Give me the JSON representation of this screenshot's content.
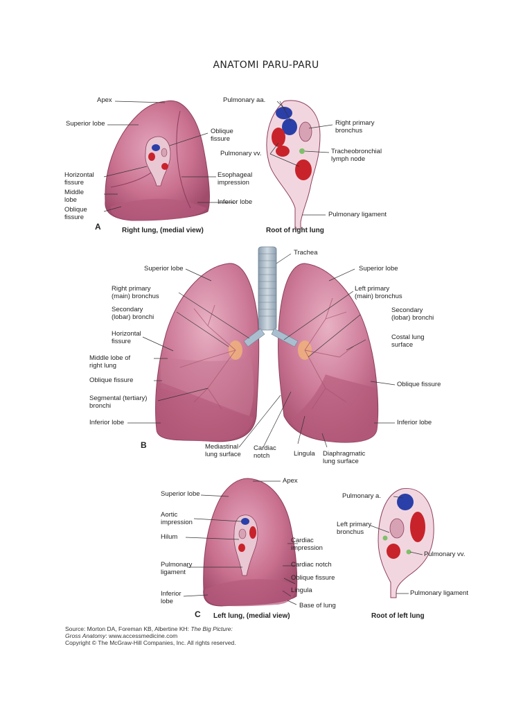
{
  "title": "ANATOMI PARU-PARU",
  "panels": {
    "a": {
      "letter": "A",
      "caption_lung": "Right lung, (medial view)",
      "caption_root": "Root of right lung",
      "labels": {
        "apex": "Apex",
        "superior_lobe": "Superior lobe",
        "oblique_fissure_top": "Oblique\nfissure",
        "horizontal_fissure": "Horizontal\nfissure",
        "esophageal_impression": "Esophageal\nimpression",
        "middle_lobe": "Middle\nlobe",
        "oblique_fissure_bottom": "Oblique\nfissure",
        "inferior_lobe": "Inferior lobe",
        "pulmonary_aa": "Pulmonary aa.",
        "right_primary_bronchus": "Right primary\nbronchus",
        "pulmonary_vv": "Pulmonary vv.",
        "tracheobronchial_lymph_node": "Tracheobronchial\nlymph node",
        "pulmonary_ligament": "Pulmonary ligament"
      }
    },
    "b": {
      "letter": "B",
      "labels": {
        "trachea": "Trachea",
        "superior_lobe_left": "Superior lobe",
        "superior_lobe_right": "Superior lobe",
        "right_primary_bronchus": "Right primary\n(main) bronchus",
        "left_primary_bronchus": "Left primary\n(main) bronchus",
        "secondary_bronchi_left": "Secondary\n(lobar) bronchi",
        "secondary_bronchi_right": "Secondary\n(lobar) bronchi",
        "horizontal_fissure": "Horizontal\nfissure",
        "costal_lung_surface": "Costal lung\nsurface",
        "middle_lobe_right_lung": "Middle lobe of\nright lung",
        "oblique_fissure_left": "Oblique fissure",
        "oblique_fissure_right": "Oblique fissure",
        "segmental_bronchi": "Segmental (tertiary)\nbronchi",
        "inferior_lobe_left": "Inferior lobe",
        "inferior_lobe_right": "Inferior lobe",
        "mediastinal_lung_surface": "Mediastinal\nlung surface",
        "cardiac_notch": "Cardiac\nnotch",
        "lingula": "Lingula",
        "diaphragmatic_lung_surface": "Diaphragmatic\nlung surface"
      }
    },
    "c": {
      "letter": "C",
      "caption_lung": "Left lung, (medial view)",
      "caption_root": "Root of left lung",
      "labels": {
        "apex": "Apex",
        "superior_lobe": "Superior lobe",
        "aortic_impression": "Aortic\nimpression",
        "hilum": "Hilum",
        "cardiac_impression": "Cardiac\nimpression",
        "cardiac_notch": "Cardiac notch",
        "pulmonary_ligament": "Pulmonary\nligament",
        "oblique_fissure": "Oblique fissure",
        "lingula": "Lingula",
        "inferior_lobe": "Inferior\nlobe",
        "base_of_lung": "Base of lung",
        "pulmonary_a": "Pulmonary a.",
        "left_primary_bronchus": "Left primary\nbronchus",
        "pulmonary_vv": "Pulmonary vv.",
        "pulmonary_ligament_root": "Pulmonary ligament"
      }
    }
  },
  "source": {
    "line1_prefix": "Source: Morton DA, Foreman KB, Albertine KH: ",
    "line1_title": "The Big Picture:",
    "line2_title": "Gross Anatomy",
    "line2_suffix": ": www.accessmedicine.com",
    "line3": "Copyright © The McGraw-Hill Companies, Inc. All rights reserved."
  },
  "colors": {
    "lung": "#c46a8c",
    "lung_dark": "#9c4a6a",
    "lung_light": "#dd9ab2",
    "artery": "#2b3fa8",
    "vein": "#c8232b",
    "bronchus": "#a9b8c4",
    "lymph": "#7fbf6a"
  }
}
